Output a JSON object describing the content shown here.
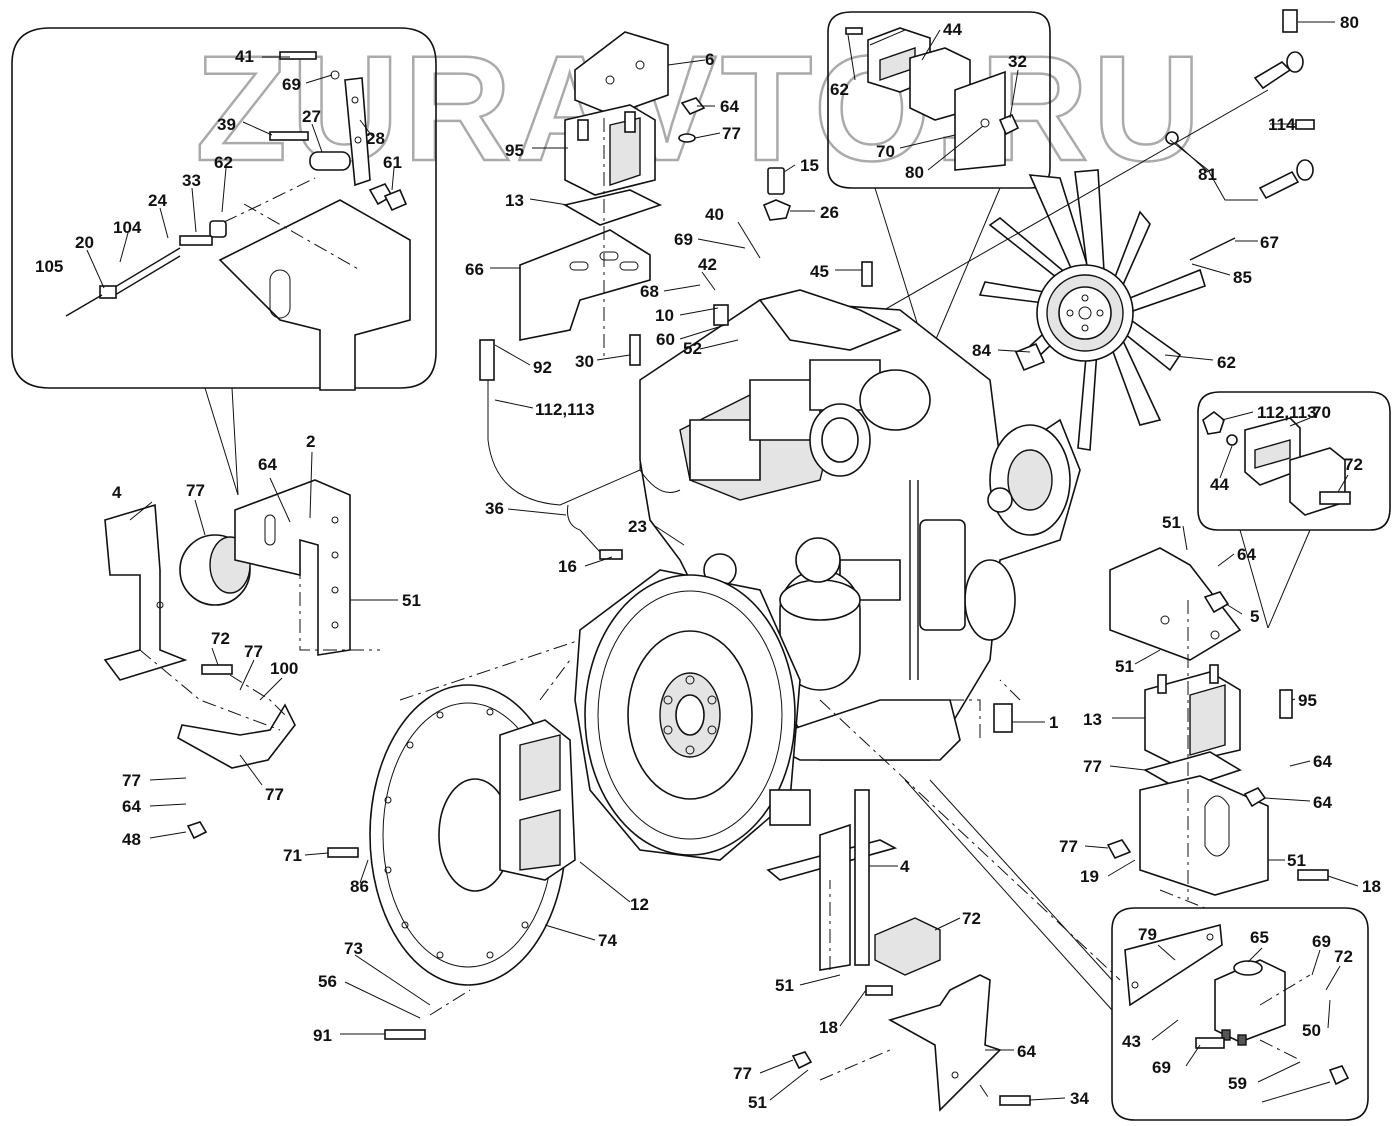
{
  "watermark": "ZURAVTO.RU",
  "callouts": [
    "41",
    "69",
    "6",
    "64",
    "77",
    "95",
    "13",
    "39",
    "27",
    "28",
    "62",
    "61",
    "33",
    "24",
    "104",
    "105",
    "20",
    "66",
    "40",
    "69",
    "42",
    "68",
    "10",
    "60",
    "52",
    "30",
    "92",
    "112,113",
    "44",
    "62",
    "32",
    "70",
    "80",
    "80",
    "114",
    "81",
    "15",
    "26",
    "45",
    "67",
    "85",
    "84",
    "62",
    "112,113",
    "70",
    "44",
    "72",
    "51",
    "64",
    "5",
    "51",
    "95",
    "13",
    "77",
    "64",
    "64",
    "77",
    "19",
    "51",
    "18",
    "4",
    "77",
    "64",
    "2",
    "51",
    "72",
    "77",
    "100",
    "77",
    "77",
    "64",
    "48",
    "71",
    "86",
    "12",
    "74",
    "73",
    "56",
    "91",
    "36",
    "23",
    "16",
    "1",
    "4",
    "72",
    "51",
    "18",
    "64",
    "77",
    "51",
    "34",
    "79",
    "65",
    "69",
    "72",
    "43",
    "50",
    "69",
    "59"
  ],
  "icons": [
    "engine-block",
    "cooling-fan",
    "flywheel-housing",
    "flywheel",
    "bellhousing-adapter",
    "engine-mount-bracket",
    "rubber-mount",
    "relay",
    "bolt",
    "nut",
    "washer"
  ]
}
